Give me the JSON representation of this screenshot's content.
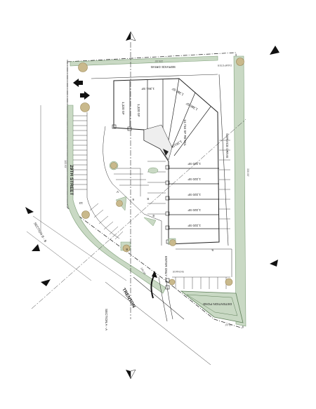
{
  "colors": {
    "landscape": "#c9d9c4",
    "landscape_stroke": "#7fa07a",
    "line": "#333333",
    "tree": "#c9b98c",
    "tree_center": "#9a8656",
    "pavement": "#ffffff"
  },
  "labels": {
    "street": "29TH STREET",
    "road": "TRENTON",
    "service_top": "SERVICE DRIVE",
    "service_right": "SERVICE DRIVE",
    "dumpster": "DUMPSTER",
    "detention": "DETENTION POND",
    "enter_only": "ENTER ONLY",
    "section_a": "SECTION A - A",
    "section_b": "SECTION B - B",
    "signage": "SIGNAGE",
    "retail": "14,734 SF RETAIL"
  },
  "units": [
    {
      "label": "1,320 SF"
    },
    {
      "label": "1,320 SF"
    },
    {
      "label": "1,361 SF"
    },
    {
      "label": "1,386 SF"
    },
    {
      "label": "1,386 SF"
    },
    {
      "label": "1,361SF"
    },
    {
      "label": "1,320 SF"
    },
    {
      "label": "1,320 SF"
    },
    {
      "label": "1,320 SF"
    },
    {
      "label": "1,320 SF"
    },
    {
      "label": "1,320 SF"
    }
  ],
  "parking_counts": [
    "13",
    "8",
    "8",
    "6",
    "8",
    "5"
  ],
  "dimensions": [
    "225.00'",
    "330.00'",
    "183.93'",
    "185.66'",
    "43.44'"
  ]
}
